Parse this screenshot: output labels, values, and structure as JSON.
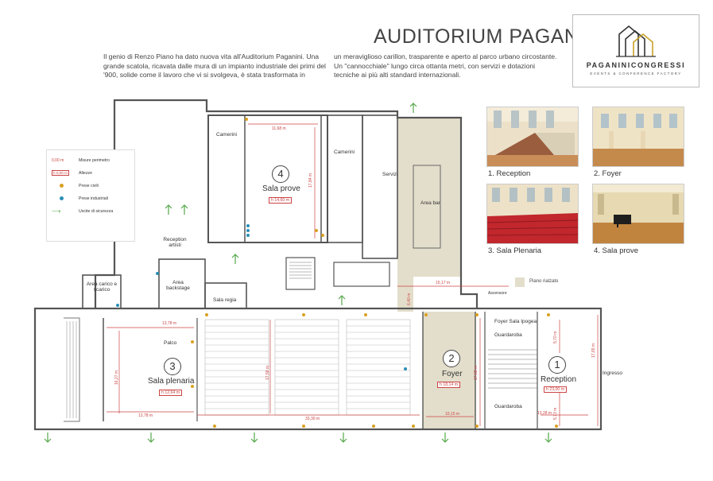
{
  "header": {
    "title": "AUDITORIUM PAGANINI",
    "intro_left": "Il genio di Renzo Piano ha dato nuova vita all'Auditorium Paganini. Una grande scatola, ricavata dalle mura di un impianto  industriale dei primi del '900, solide come il lavoro che vi si svolgeva, è stata trasformata in",
    "intro_right": "un meraviglioso carillon, trasparente e aperto al parco urbano circostante. Un \"cannocchiale\" lungo circa ottanta metri, con servizi e dotazioni tecniche ai più alti standard internazionali."
  },
  "logo": {
    "name": "PAGANINICONGRESSI",
    "subtitle": "EVENTS & CONFERENCE FACTORY",
    "accent_color": "#c9a227"
  },
  "photos": [
    {
      "caption": "1. Reception"
    },
    {
      "caption": "2. Foyer"
    },
    {
      "caption": "3. Sala Plenaria"
    },
    {
      "caption": "4. Sala prove"
    }
  ],
  "legend": {
    "items": [
      {
        "marker": "0,00 m",
        "label": "Misure perimetro"
      },
      {
        "marker": "h 0,00 m",
        "label": "Altezze"
      },
      {
        "marker": "",
        "label": "Prese civili"
      },
      {
        "marker": "",
        "label": "Prese industriali"
      },
      {
        "marker": "",
        "label": "Uscite di sicurezza"
      }
    ],
    "colors": {
      "civil": "#d9a021",
      "industrial": "#2a8fb7",
      "exit": "#55a84a",
      "dim": "#c44444",
      "raised": "#e3decb"
    }
  },
  "plan": {
    "raised_floor_label": "Piano rialzato",
    "rooms": {
      "camerini_left": "Camerini",
      "camerini_right": "Camerini",
      "sala_prove_num": "4",
      "sala_prove": "Sala prove",
      "sala_prove_h": "h 14,60 m",
      "servizi": "Servizi",
      "area_bar": "Area bar",
      "reception_artisti": "Reception artisti",
      "area_carico": "Area carico e scarico",
      "area_backstage": "Area backstage",
      "sala_regia": "Sala regia",
      "ascensore": "Ascensore",
      "palco": "Palco",
      "sala_plenaria_num": "3",
      "sala_plenaria": "Sala plenaria",
      "sala_plenaria_h": "h 12,64 m",
      "foyer_num": "2",
      "foyer": "Foyer",
      "foyer_h": "h 18,14 m",
      "foyer_ipogea": "Foyer Sala Ipogea",
      "guardaroba_top": "Guardaroba",
      "guardaroba_bottom": "Guardaroba",
      "reception_num": "1",
      "reception": "Reception",
      "reception_h": "h 23,00 m",
      "ingresso": "Ingresso"
    },
    "dimensions": {
      "sala_prove_w": "11,68 m",
      "sala_prove_d": "17,84 m",
      "bar_w": "15,17 m",
      "bar_step": "6,40 m",
      "palco_w": "13,78 m",
      "plenaria_d": "16,27 m",
      "plenaria_w": "13,78 m",
      "hall_w": "33,30 m",
      "hall_d": "17,58 m",
      "foyer_w": "10,15 m",
      "foyer_d": "17,68 m",
      "reception_w": "13,28 m",
      "reception_d": "17,65 m",
      "guard_top": "5,70 m",
      "guard_bottom": "5,73 m"
    }
  }
}
